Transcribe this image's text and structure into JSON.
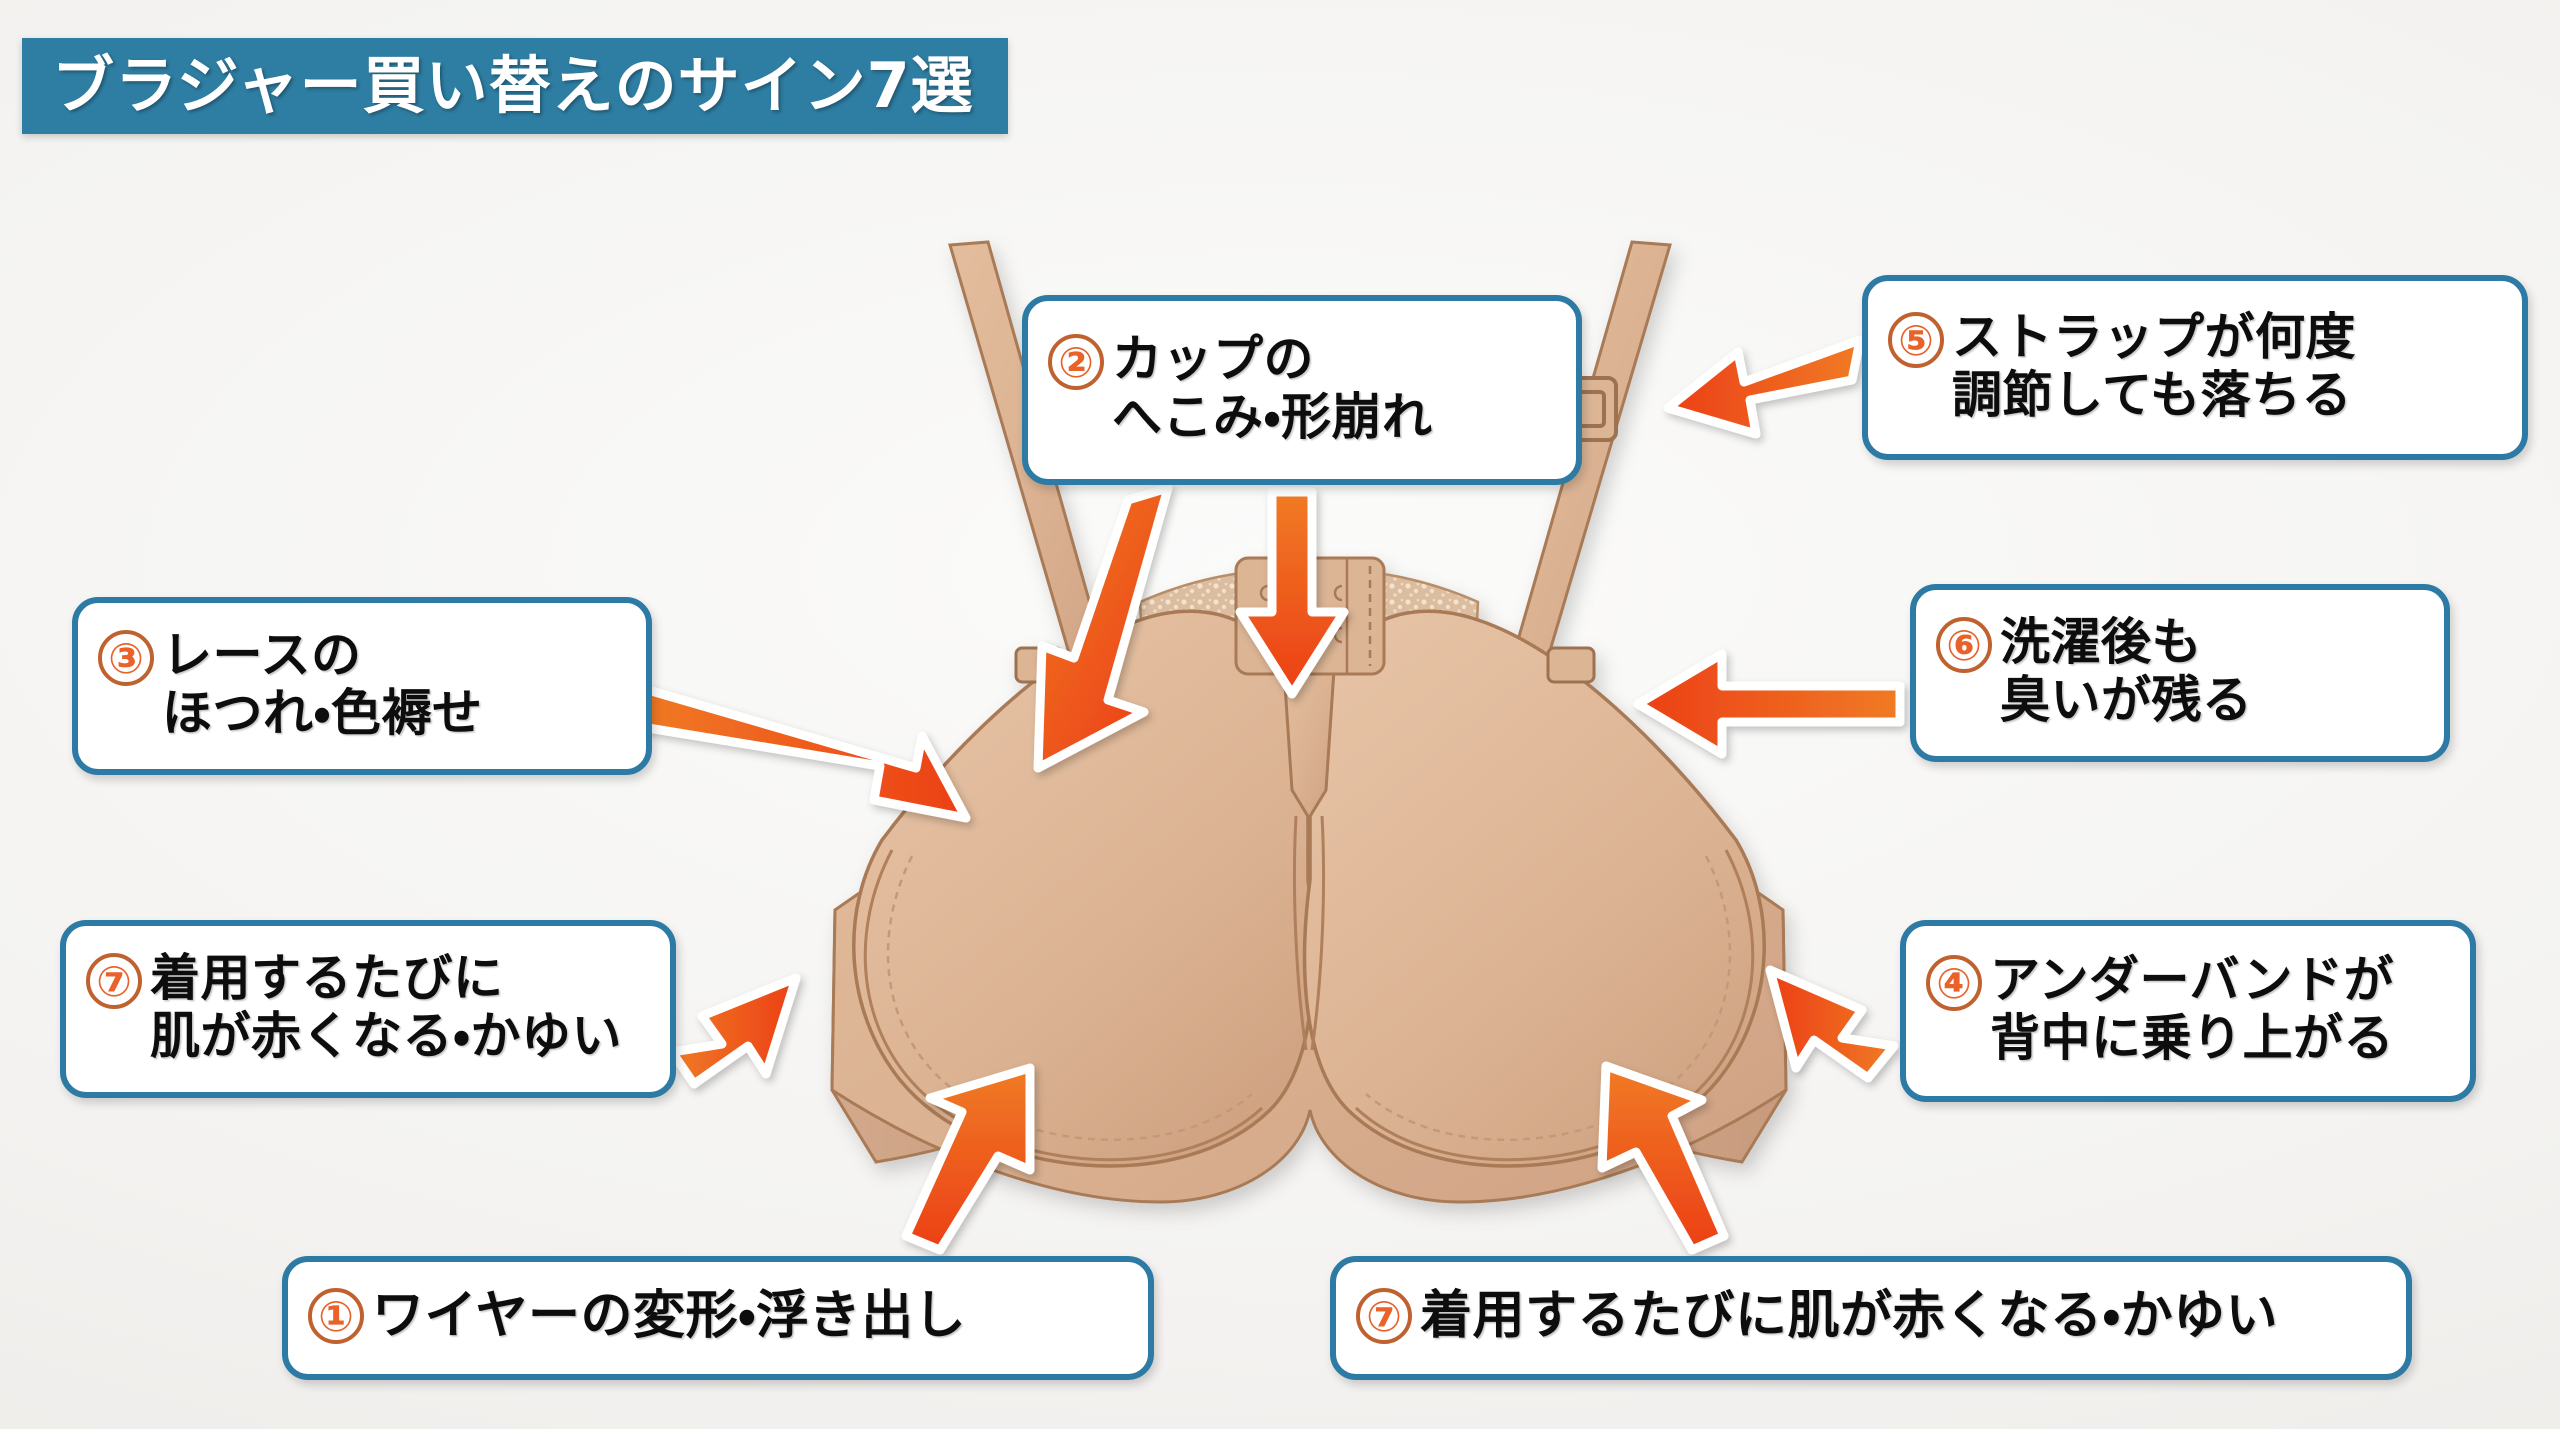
{
  "header": {
    "title": "ブラジャー買い替えのサイン7選",
    "bar_color": "#2e7da2",
    "text_color": "#ffffff"
  },
  "theme": {
    "background": "#f1efed",
    "callout_border": "#2d7ba4",
    "callout_fill": "#ffffff",
    "number_color": "#e8622a",
    "number_ring_color": "#c0622f",
    "arrow_color_start": "#f07b25",
    "arrow_color_end": "#ec3f16",
    "arrow_outline": "#ffffff",
    "garment_fill": "#dcb494",
    "garment_shade": "#cfa183",
    "garment_line": "#a87a57"
  },
  "illustration": {
    "name": "underwire-bra-front-view",
    "description": "ベージュのワイヤー入りブラジャー（正面図）",
    "parts": [
      "strap-left",
      "strap-right",
      "strap-adjuster-left",
      "strap-adjuster-right",
      "cup-left",
      "cup-right",
      "center-gore",
      "hook-and-eye-closure",
      "lace-panel-left",
      "lace-panel-right",
      "underwire-line-left",
      "underwire-line-right",
      "side-wing-left",
      "side-wing-right",
      "underband"
    ]
  },
  "callouts": [
    {
      "id": "callout-1",
      "number": "①",
      "lines": [
        "ワイヤーの変形・浮き出し"
      ],
      "target": "underwire-left",
      "arrow_direction": "up"
    },
    {
      "id": "callout-2",
      "number": "②",
      "lines": [
        "カップの",
        "へこみ・形崩れ"
      ],
      "target": "cup-and-center-gore",
      "arrow_direction": "down"
    },
    {
      "id": "callout-3",
      "number": "③",
      "lines": [
        "レースの",
        "ほつれ・色褥せ"
      ],
      "target": "lace-panel-left",
      "arrow_direction": "right-down"
    },
    {
      "id": "callout-4",
      "number": "④",
      "lines": [
        "アンダーバンドが",
        "背中に乗り上がる"
      ],
      "target": "underband-right",
      "arrow_direction": "left-up"
    },
    {
      "id": "callout-5",
      "number": "⑤",
      "lines": [
        "ストラップが何度",
        "調節しても落ちる"
      ],
      "target": "strap-adjuster-right",
      "arrow_direction": "left"
    },
    {
      "id": "callout-6",
      "number": "⑥",
      "lines": [
        "洗濯後も",
        "臭いが残る"
      ],
      "target": "cup-right",
      "arrow_direction": "left"
    },
    {
      "id": "callout-7a",
      "number": "⑦",
      "lines": [
        "着用するたびに",
        "肌が赤くなる・かゆい"
      ],
      "target": "side-wing-left",
      "arrow_direction": "right-up"
    },
    {
      "id": "callout-7b",
      "number": "⑦",
      "lines": [
        "着用するたびに肌が赤くなる・かゆい"
      ],
      "target": "underwire-right",
      "arrow_direction": "up"
    }
  ],
  "arrows": [
    {
      "name": "arrow-to-cup-left",
      "from": "callout-2",
      "to": "cup-left-inner"
    },
    {
      "name": "arrow-to-center-gore",
      "from": "callout-2",
      "to": "center-gore"
    },
    {
      "name": "arrow-to-lace-left",
      "from": "callout-3",
      "to": "lace-panel-left"
    },
    {
      "name": "arrow-to-underband-right",
      "from": "callout-4",
      "to": "underband-right"
    },
    {
      "name": "arrow-to-strap-adjuster",
      "from": "callout-5",
      "to": "strap-adjuster-right"
    },
    {
      "name": "arrow-to-cup-right",
      "from": "callout-6",
      "to": "cup-right"
    },
    {
      "name": "arrow-to-side-wing-left",
      "from": "callout-7a",
      "to": "side-wing-left"
    },
    {
      "name": "arrow-to-underwire-left",
      "from": "callout-1",
      "to": "underwire-left"
    },
    {
      "name": "arrow-to-underwire-right",
      "from": "callout-7b",
      "to": "underwire-right"
    }
  ]
}
